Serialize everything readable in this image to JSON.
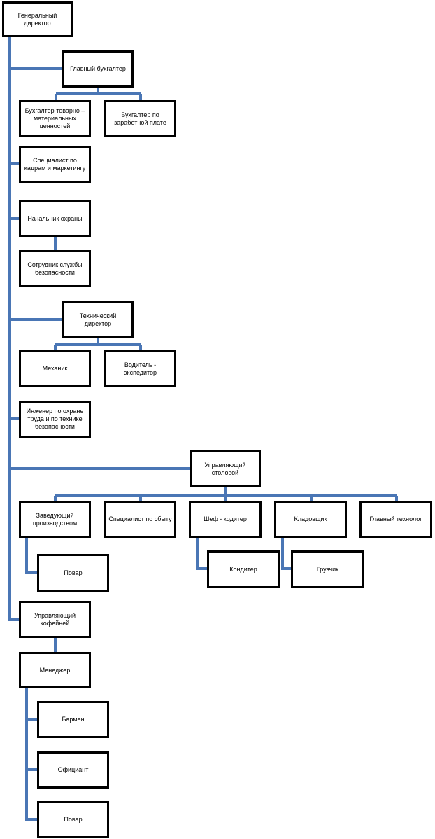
{
  "colors": {
    "connector": "#4a76b5",
    "box_border": "#000000"
  },
  "nodes": {
    "ceo": "Генеральный\nдиректор",
    "chief_accountant": "Главный  бухгалтер",
    "acc_goods": "Бухгалтер  товарно –\nматериальных\nценностей",
    "acc_salary": "Бухгалтер  по\nзаработной  плате",
    "hr_marketing": "Специалист   по\nкадрам и маркетингу",
    "security_head": "Начальник  охраны",
    "security_staff": "Сотрудник  службы\nбезопасности",
    "tech_director": "Технический\nдиректор",
    "mechanic": "Механик",
    "driver": "Водитель  -\nэкспедитор",
    "safety_engineer": "Инженер  по охране\nтруда и по технике\nбезопасности",
    "canteen_manager": "Управляющий\nстоловой",
    "production_head": "Заведующий\nпроизводством",
    "sales_specialist": "Специалист   по сбыту",
    "chef_confectioner": "Шеф - кодитер",
    "storekeeper": "Кладовщик",
    "chief_technologist": "Главный технолог",
    "cook_1": "Повар",
    "confectioner": "Кондитер",
    "loader": "Грузчик",
    "cafe_manager": "Управляющий\nкофейней",
    "manager": "Менеджер",
    "barman": "Бармен",
    "waiter": "Официант",
    "cook_2": "Повар"
  }
}
